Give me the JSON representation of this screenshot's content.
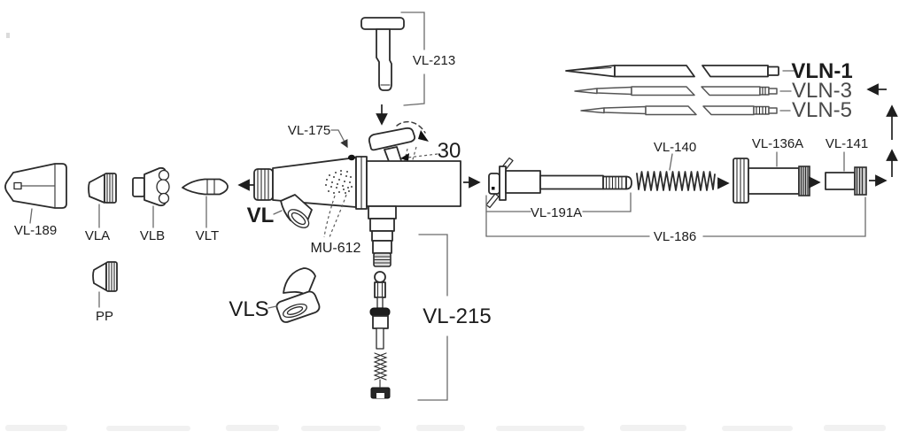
{
  "diagram": {
    "type": "exploded-parts-diagram",
    "colors": {
      "background": "#ffffff",
      "line": "#2b2b2b",
      "soft_line": "#6b6b6b",
      "label": "#1c1c1c",
      "label_soft": "#4a4a4a",
      "knurl_fill": "#c9c9c9"
    },
    "labels": {
      "vl213": "VL-213",
      "vl175": "VL-175",
      "deg30": "30",
      "vl": "VL",
      "mu612": "MU-612",
      "vl189": "VL-189",
      "vla": "VLA",
      "vlb": "VLB",
      "vlt": "VLT",
      "pp": "PP",
      "vls": "VLS",
      "vl215": "VL-215",
      "vln1": "VLN-1",
      "vln3": "VLN-3",
      "vln5": "VLN-5",
      "vl140": "VL-140",
      "vl136a": "VL-136A",
      "vl141": "VL-141",
      "vl191a": "VL-191A",
      "vl186": "VL-186"
    }
  }
}
